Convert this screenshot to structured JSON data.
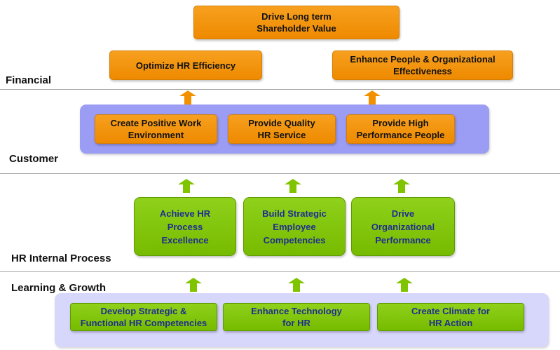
{
  "sections": {
    "financial": "Financial",
    "customer": "Customer",
    "hr_internal_process": "HR Internal Process",
    "learning_growth": "Learning & Growth"
  },
  "top_goal": "Drive Long term\nShareholder Value",
  "financial_goals": [
    "Optimize HR Efficiency",
    "Enhance People & Organizational\nEffectiveness"
  ],
  "customer_goals": [
    "Create Positive Work\nEnvironment",
    "Provide Quality\nHR Service",
    "Provide High\nPerformance People"
  ],
  "internal_goals": [
    "Achieve HR\nProcess\nExcellence",
    "Build Strategic\nEmployee\nCompetencies",
    "Drive\nOrganizational\nPerformance"
  ],
  "learning_goals": [
    "Develop Strategic &\nFunctional HR Competencies",
    "Enhance Technology\nfor HR",
    "Create Climate for\nHR Action"
  ],
  "colors": {
    "orange": "#f39200",
    "green": "#80c400",
    "blue_panel": "#9b9cf4",
    "lavender_panel": "#d7d6fb",
    "green_text": "#1f2f8f"
  }
}
